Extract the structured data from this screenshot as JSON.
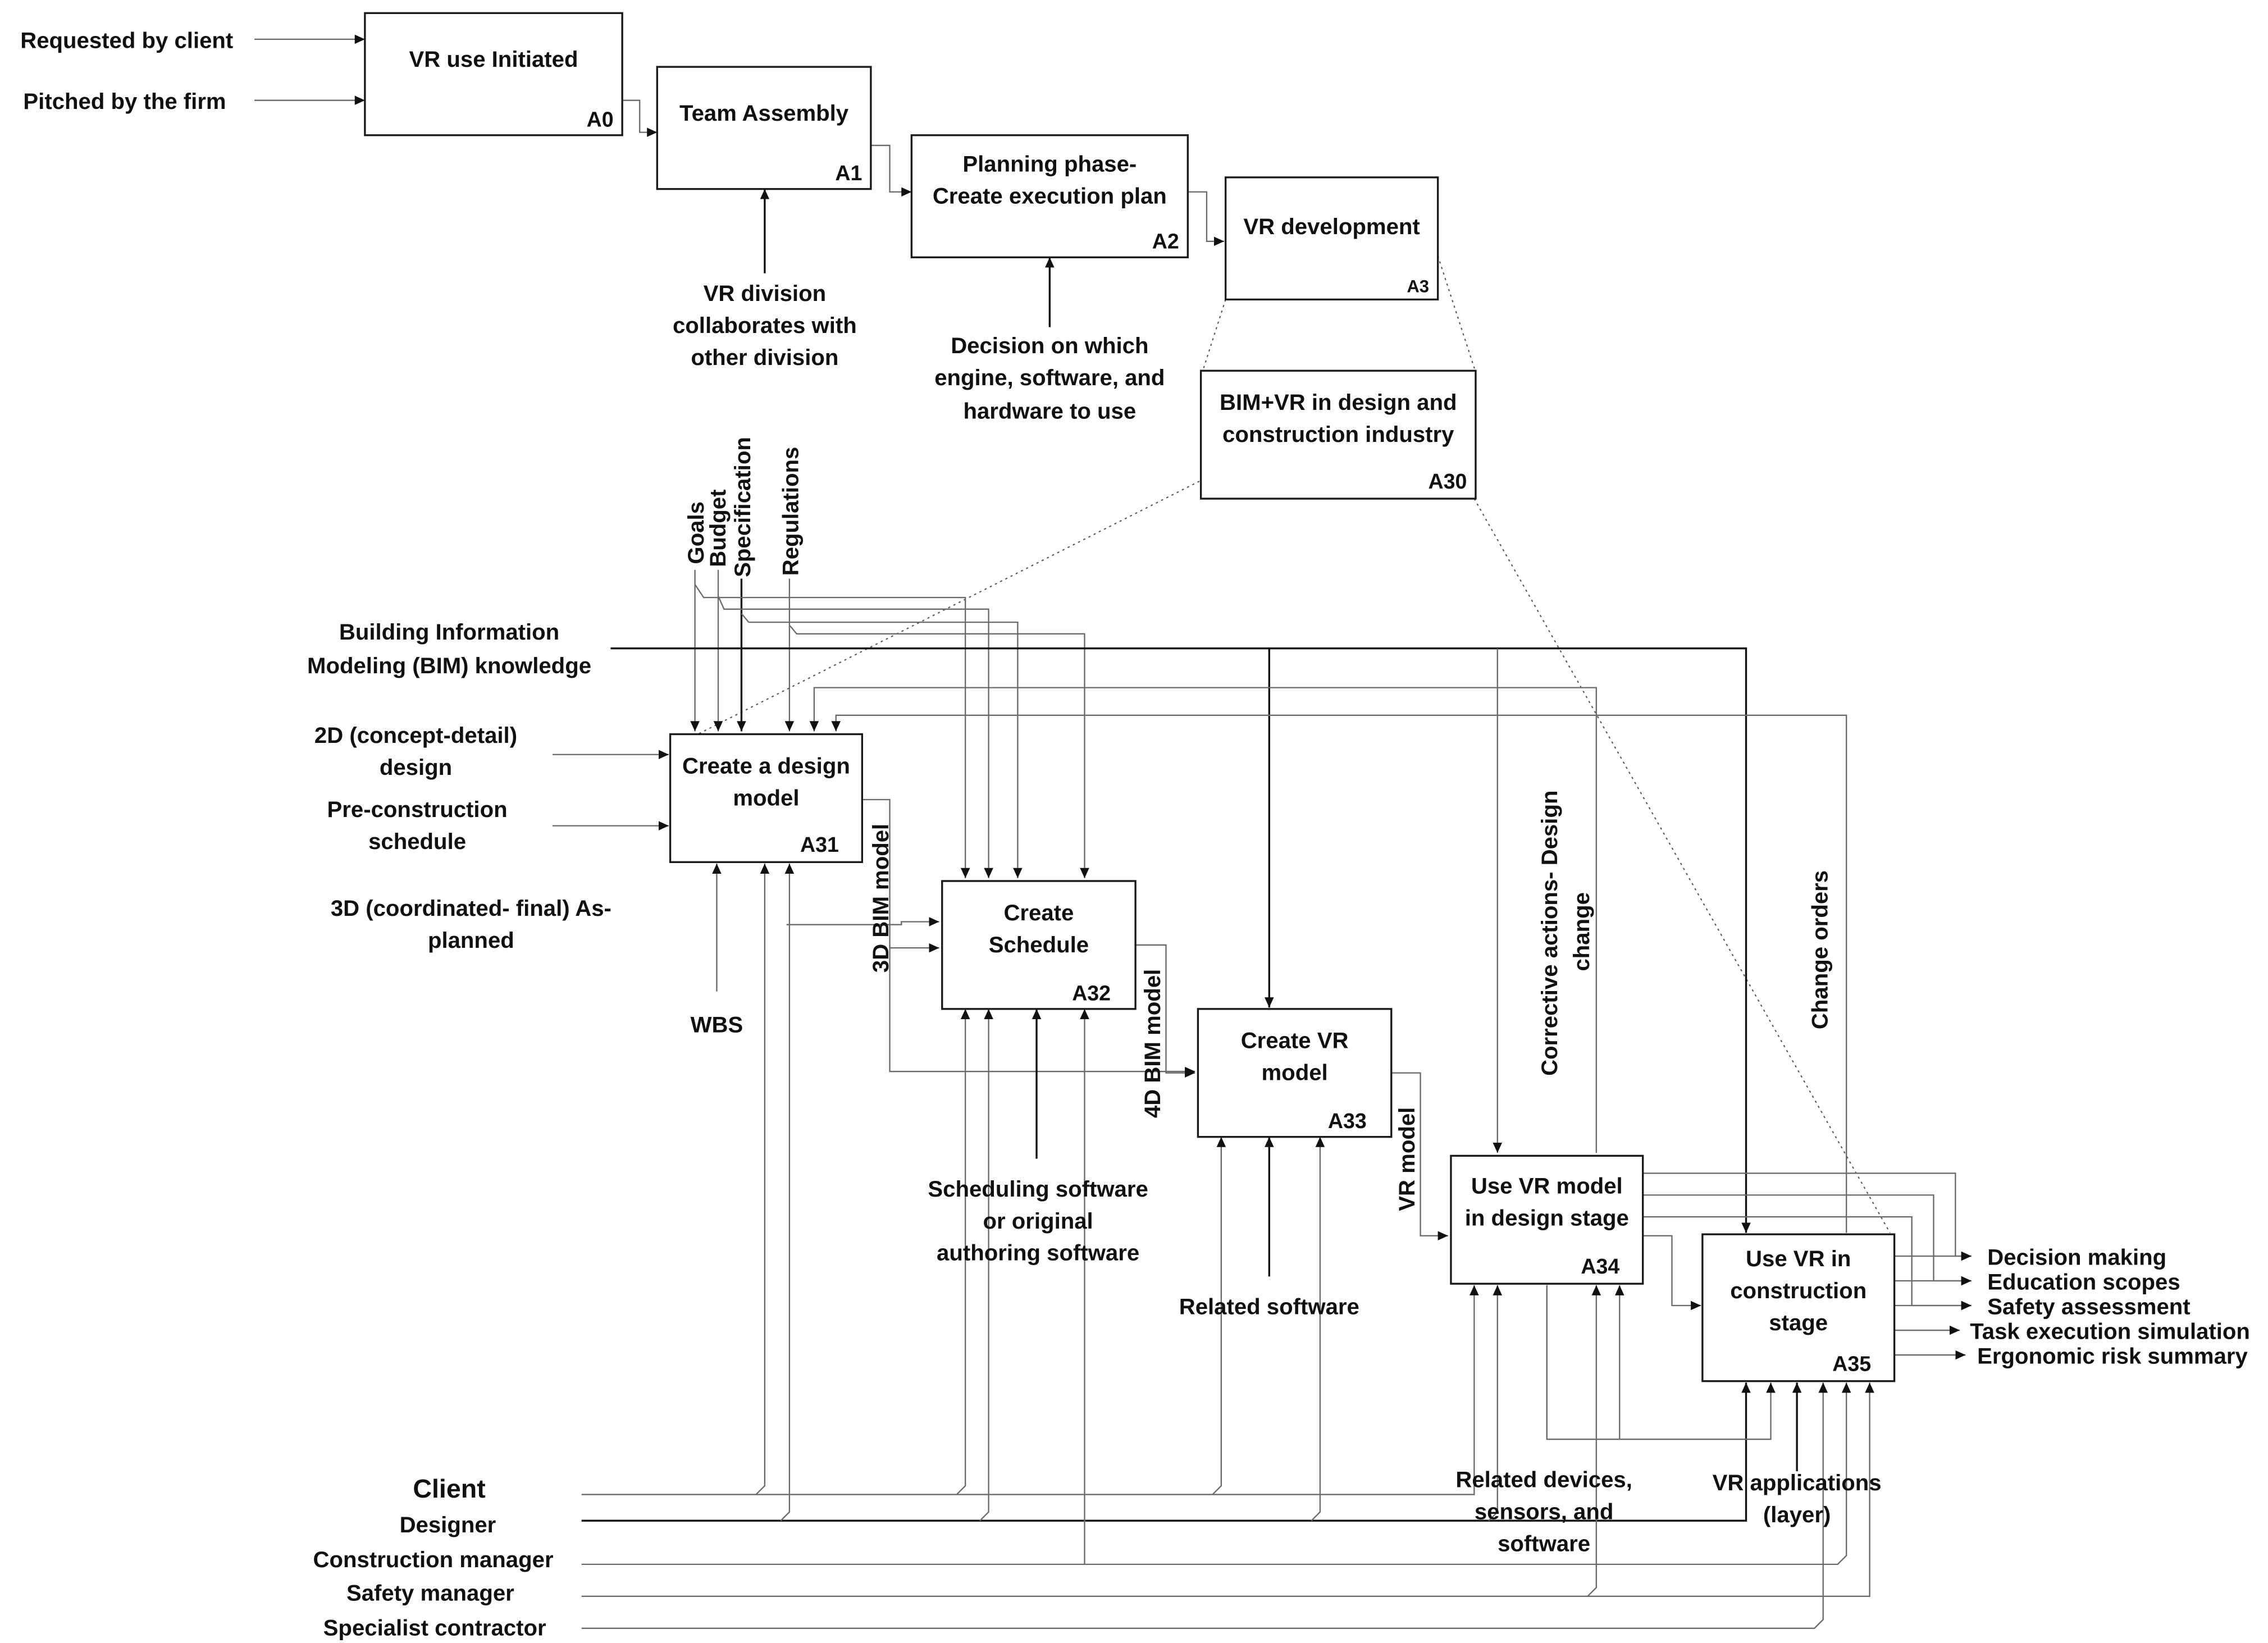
{
  "boxes": [
    {
      "id": "a0",
      "lines": [
        "VR use Initiated"
      ],
      "code": "A0"
    },
    {
      "id": "a1",
      "lines": [
        "Team Assembly"
      ],
      "code": "A1"
    },
    {
      "id": "a2",
      "lines": [
        "Planning phase-",
        "Create execution plan"
      ],
      "code": "A2"
    },
    {
      "id": "a3",
      "lines": [
        "VR development"
      ],
      "code": "A3"
    },
    {
      "id": "a30",
      "lines": [
        "BIM+VR in design and",
        "construction industry"
      ],
      "code": "A30"
    },
    {
      "id": "a31",
      "lines": [
        "Create a design",
        "model"
      ],
      "code": "A31"
    },
    {
      "id": "a32",
      "lines": [
        "Create",
        "Schedule"
      ],
      "code": "A32"
    },
    {
      "id": "a33",
      "lines": [
        "Create VR",
        "model"
      ],
      "code": "A33"
    },
    {
      "id": "a34",
      "lines": [
        "Use VR model",
        "in design stage"
      ],
      "code": "A34"
    },
    {
      "id": "a35",
      "lines": [
        "Use VR in",
        "construction",
        "stage"
      ],
      "code": "A35"
    }
  ],
  "labels": {
    "requested_by_client": "Requested by client",
    "pitched_by_firm": "Pitched by the firm",
    "vr_division": [
      "VR division",
      "collaborates with",
      "other division"
    ],
    "decision_engine": [
      "Decision on which",
      "engine, software, and",
      "hardware to use"
    ],
    "goals": "Goals",
    "budget": "Budget",
    "specification": "Specification",
    "regulations": "Regulations",
    "bim_knowledge": [
      "Building Information",
      "Modeling (BIM) knowledge"
    ],
    "design_2d": [
      "2D (concept-detail)",
      "design"
    ],
    "preconstruction_schedule": [
      "Pre-construction",
      "schedule"
    ],
    "coordinated_3d": [
      "3D (coordinated- final) As-",
      "planned"
    ],
    "wbs": "WBS",
    "bim_3d_model": "3D BIM model",
    "bim_4d_model": "4D BIM model",
    "vr_model": "VR model",
    "scheduling_software": [
      "Scheduling software",
      "or original",
      "authoring software"
    ],
    "related_software": "Related software",
    "corrective_actions": [
      "Corrective actions- Design",
      "change"
    ],
    "change_orders": "Change orders",
    "related_devices": [
      "Related devices,",
      "sensors, and",
      "software"
    ],
    "vr_applications": [
      "VR applications",
      "(layer)"
    ],
    "client": "Client",
    "designer": "Designer",
    "construction_manager": "Construction manager",
    "safety_manager": "Safety manager",
    "specialist_contractor": "Specialist contractor"
  },
  "outputs": [
    "Decision making",
    "Education scopes",
    "Safety assessment",
    "Task execution simulation",
    "Ergonomic risk summary"
  ]
}
